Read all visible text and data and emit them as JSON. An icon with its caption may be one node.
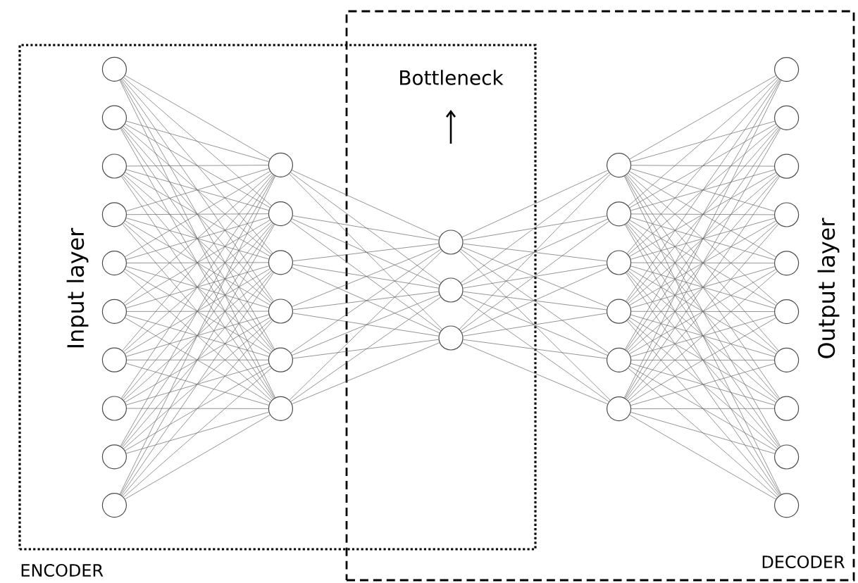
{
  "diagram": {
    "nodes": [
      {
        "text": [
          "ENCODER"
        ]
      },
      {
        "text": [
          "DECODER"
        ]
      },
      {
        "text": [],
        "shape": "circle",
        "in": 0
      },
      {
        "text": [],
        "shape": "circle",
        "in": 0
      },
      {
        "text": [],
        "shape": "circle",
        "in": 0
      },
      {
        "text": [],
        "shape": "circle",
        "in": 0
      },
      {
        "text": [],
        "shape": "circle",
        "in": 0
      },
      {
        "text": [],
        "shape": "circle",
        "in": 0
      },
      {
        "text": [],
        "shape": "circle",
        "in": 0
      },
      {
        "text": [],
        "shape": "circle",
        "in": 0
      },
      {
        "text": [],
        "shape": "circle",
        "in": 0
      },
      {
        "text": [],
        "shape": "circle",
        "in": 0
      },
      {
        "text": [],
        "shape": "circle",
        "in": 0
      },
      {
        "text": [],
        "shape": "circle",
        "in": 0
      },
      {
        "text": [],
        "shape": "circle",
        "in": 0
      },
      {
        "text": [],
        "shape": "circle",
        "in": 0
      },
      {
        "text": [],
        "shape": "circle",
        "in": 0
      },
      {
        "text": [],
        "shape": "circle",
        "in": 0
      },
      {
        "text": [],
        "shape": "circle"
      },
      {
        "text": [],
        "shape": "circle"
      },
      {
        "text": [],
        "shape": "circle"
      },
      {
        "text": [],
        "shape": "circle",
        "in": 1
      },
      {
        "text": [],
        "shape": "circle",
        "in": 1
      },
      {
        "text": [],
        "shape": "circle",
        "in": 1
      },
      {
        "text": [],
        "shape": "circle",
        "in": 1
      },
      {
        "text": [],
        "shape": "circle",
        "in": 1
      },
      {
        "text": [],
        "shape": "circle",
        "in": 1
      },
      {
        "text": [],
        "shape": "circle",
        "in": 1
      },
      {
        "text": [],
        "shape": "circle",
        "in": 1
      },
      {
        "text": [],
        "shape": "circle",
        "in": 1
      },
      {
        "text": [],
        "shape": "circle",
        "in": 1
      },
      {
        "text": [],
        "shape": "circle",
        "in": 1
      },
      {
        "text": [],
        "shape": "circle",
        "in": 1
      },
      {
        "text": [],
        "shape": "circle",
        "in": 1
      },
      {
        "text": [],
        "shape": "circle",
        "in": 1
      },
      {
        "text": [],
        "shape": "circle",
        "in": 1
      },
      {
        "text": [],
        "shape": "circle",
        "in": 1
      }
    ],
    "edges": [
      {
        "from": 2,
        "to": 12,
        "arrow": "none"
      },
      {
        "from": 2,
        "to": 13,
        "arrow": "none"
      },
      {
        "from": 2,
        "to": 14,
        "arrow": "none"
      },
      {
        "from": 2,
        "to": 15,
        "arrow": "none"
      },
      {
        "from": 2,
        "to": 16,
        "arrow": "none"
      },
      {
        "from": 2,
        "to": 17,
        "arrow": "none"
      },
      {
        "from": 3,
        "to": 12,
        "arrow": "none"
      },
      {
        "from": 3,
        "to": 13,
        "arrow": "none"
      },
      {
        "from": 3,
        "to": 14,
        "arrow": "none"
      },
      {
        "from": 3,
        "to": 15,
        "arrow": "none"
      },
      {
        "from": 3,
        "to": 16,
        "arrow": "none"
      },
      {
        "from": 3,
        "to": 17,
        "arrow": "none"
      },
      {
        "from": 4,
        "to": 12,
        "arrow": "none"
      },
      {
        "from": 4,
        "to": 13,
        "arrow": "none"
      },
      {
        "from": 4,
        "to": 14,
        "arrow": "none"
      },
      {
        "from": 4,
        "to": 15,
        "arrow": "none"
      },
      {
        "from": 4,
        "to": 16,
        "arrow": "none"
      },
      {
        "from": 4,
        "to": 17,
        "arrow": "none"
      },
      {
        "from": 5,
        "to": 12,
        "arrow": "none"
      },
      {
        "from": 5,
        "to": 13,
        "arrow": "none"
      },
      {
        "from": 5,
        "to": 14,
        "arrow": "none"
      },
      {
        "from": 5,
        "to": 15,
        "arrow": "none"
      },
      {
        "from": 5,
        "to": 16,
        "arrow": "none"
      },
      {
        "from": 5,
        "to": 17,
        "arrow": "none"
      },
      {
        "from": 6,
        "to": 12,
        "arrow": "none"
      },
      {
        "from": 6,
        "to": 13,
        "arrow": "none"
      },
      {
        "from": 6,
        "to": 14,
        "arrow": "none"
      },
      {
        "from": 6,
        "to": 15,
        "arrow": "none"
      },
      {
        "from": 6,
        "to": 16,
        "arrow": "none"
      },
      {
        "from": 6,
        "to": 17,
        "arrow": "none"
      },
      {
        "from": 7,
        "to": 12,
        "arrow": "none"
      },
      {
        "from": 7,
        "to": 13,
        "arrow": "none"
      },
      {
        "from": 7,
        "to": 14,
        "arrow": "none"
      },
      {
        "from": 7,
        "to": 15,
        "arrow": "none"
      },
      {
        "from": 7,
        "to": 16,
        "arrow": "none"
      },
      {
        "from": 7,
        "to": 17,
        "arrow": "none"
      },
      {
        "from": 8,
        "to": 12,
        "arrow": "none"
      },
      {
        "from": 8,
        "to": 13,
        "arrow": "none"
      },
      {
        "from": 8,
        "to": 14,
        "arrow": "none"
      },
      {
        "from": 8,
        "to": 15,
        "arrow": "none"
      },
      {
        "from": 8,
        "to": 16,
        "arrow": "none"
      },
      {
        "from": 8,
        "to": 17,
        "arrow": "none"
      },
      {
        "from": 9,
        "to": 12,
        "arrow": "none"
      },
      {
        "from": 9,
        "to": 13,
        "arrow": "none"
      },
      {
        "from": 9,
        "to": 14,
        "arrow": "none"
      },
      {
        "from": 9,
        "to": 15,
        "arrow": "none"
      },
      {
        "from": 9,
        "to": 16,
        "arrow": "none"
      },
      {
        "from": 9,
        "to": 17,
        "arrow": "none"
      },
      {
        "from": 10,
        "to": 12,
        "arrow": "none"
      },
      {
        "from": 10,
        "to": 13,
        "arrow": "none"
      },
      {
        "from": 10,
        "to": 14,
        "arrow": "none"
      },
      {
        "from": 10,
        "to": 15,
        "arrow": "none"
      },
      {
        "from": 10,
        "to": 16,
        "arrow": "none"
      },
      {
        "from": 10,
        "to": 17,
        "arrow": "none"
      },
      {
        "from": 11,
        "to": 12,
        "arrow": "none"
      },
      {
        "from": 11,
        "to": 13,
        "arrow": "none"
      },
      {
        "from": 11,
        "to": 14,
        "arrow": "none"
      },
      {
        "from": 11,
        "to": 15,
        "arrow": "none"
      },
      {
        "from": 11,
        "to": 16,
        "arrow": "none"
      },
      {
        "from": 11,
        "to": 17,
        "arrow": "none"
      },
      {
        "from": 12,
        "to": 18,
        "arrow": "none"
      },
      {
        "from": 12,
        "to": 19,
        "arrow": "none"
      },
      {
        "from": 12,
        "to": 20,
        "arrow": "none"
      },
      {
        "from": 13,
        "to": 18,
        "arrow": "none"
      },
      {
        "from": 13,
        "to": 19,
        "arrow": "none"
      },
      {
        "from": 13,
        "to": 20,
        "arrow": "none"
      },
      {
        "from": 14,
        "to": 18,
        "arrow": "none"
      },
      {
        "from": 14,
        "to": 19,
        "arrow": "none"
      },
      {
        "from": 14,
        "to": 20,
        "arrow": "none"
      },
      {
        "from": 15,
        "to": 18,
        "arrow": "none"
      },
      {
        "from": 15,
        "to": 19,
        "arrow": "none"
      },
      {
        "from": 15,
        "to": 20,
        "arrow": "none"
      },
      {
        "from": 16,
        "to": 18,
        "arrow": "none"
      },
      {
        "from": 16,
        "to": 19,
        "arrow": "none"
      },
      {
        "from": 16,
        "to": 20,
        "arrow": "none"
      },
      {
        "from": 17,
        "to": 18,
        "arrow": "none"
      },
      {
        "from": 17,
        "to": 19,
        "arrow": "none"
      },
      {
        "from": 17,
        "to": 20,
        "arrow": "none"
      },
      {
        "from": 18,
        "to": 21,
        "arrow": "none"
      },
      {
        "from": 18,
        "to": 22,
        "arrow": "none"
      },
      {
        "from": 18,
        "to": 23,
        "arrow": "none"
      },
      {
        "from": 18,
        "to": 24,
        "arrow": "none"
      },
      {
        "from": 18,
        "to": 25,
        "arrow": "none"
      },
      {
        "from": 18,
        "to": 26,
        "arrow": "none"
      },
      {
        "from": 19,
        "to": 21,
        "arrow": "none"
      },
      {
        "from": 19,
        "to": 22,
        "arrow": "none"
      },
      {
        "from": 19,
        "to": 23,
        "arrow": "none"
      },
      {
        "from": 19,
        "to": 24,
        "arrow": "none"
      },
      {
        "from": 19,
        "to": 25,
        "arrow": "none"
      },
      {
        "from": 19,
        "to": 26,
        "arrow": "none"
      },
      {
        "from": 20,
        "to": 21,
        "arrow": "none"
      },
      {
        "from": 20,
        "to": 22,
        "arrow": "none"
      },
      {
        "from": 20,
        "to": 23,
        "arrow": "none"
      },
      {
        "from": 20,
        "to": 24,
        "arrow": "none"
      },
      {
        "from": 20,
        "to": 25,
        "arrow": "none"
      },
      {
        "from": 20,
        "to": 26,
        "arrow": "none"
      },
      {
        "from": 21,
        "to": 27,
        "arrow": "none"
      },
      {
        "from": 21,
        "to": 28,
        "arrow": "none"
      },
      {
        "from": 21,
        "to": 29,
        "arrow": "none"
      },
      {
        "from": 21,
        "to": 30,
        "arrow": "none"
      },
      {
        "from": 21,
        "to": 31,
        "arrow": "none"
      },
      {
        "from": 21,
        "to": 32,
        "arrow": "none"
      },
      {
        "from": 21,
        "to": 33,
        "arrow": "none"
      },
      {
        "from": 21,
        "to": 34,
        "arrow": "none"
      },
      {
        "from": 21,
        "to": 35,
        "arrow": "none"
      },
      {
        "from": 21,
        "to": 36,
        "arrow": "none"
      },
      {
        "from": 22,
        "to": 27,
        "arrow": "none"
      },
      {
        "from": 22,
        "to": 28,
        "arrow": "none"
      },
      {
        "from": 22,
        "to": 29,
        "arrow": "none"
      },
      {
        "from": 22,
        "to": 30,
        "arrow": "none"
      },
      {
        "from": 22,
        "to": 31,
        "arrow": "none"
      },
      {
        "from": 22,
        "to": 32,
        "arrow": "none"
      },
      {
        "from": 22,
        "to": 33,
        "arrow": "none"
      },
      {
        "from": 22,
        "to": 34,
        "arrow": "none"
      },
      {
        "from": 22,
        "to": 35,
        "arrow": "none"
      },
      {
        "from": 22,
        "to": 36,
        "arrow": "none"
      },
      {
        "from": 23,
        "to": 27,
        "arrow": "none"
      },
      {
        "from": 23,
        "to": 28,
        "arrow": "none"
      },
      {
        "from": 23,
        "to": 29,
        "arrow": "none"
      },
      {
        "from": 23,
        "to": 30,
        "arrow": "none"
      },
      {
        "from": 23,
        "to": 31,
        "arrow": "none"
      },
      {
        "from": 23,
        "to": 32,
        "arrow": "none"
      },
      {
        "from": 23,
        "to": 33,
        "arrow": "none"
      },
      {
        "from": 23,
        "to": 34,
        "arrow": "none"
      },
      {
        "from": 23,
        "to": 35,
        "arrow": "none"
      },
      {
        "from": 23,
        "to": 36,
        "arrow": "none"
      },
      {
        "from": 24,
        "to": 27,
        "arrow": "none"
      },
      {
        "from": 24,
        "to": 28,
        "arrow": "none"
      },
      {
        "from": 24,
        "to": 29,
        "arrow": "none"
      },
      {
        "from": 24,
        "to": 30,
        "arrow": "none"
      },
      {
        "from": 24,
        "to": 31,
        "arrow": "none"
      },
      {
        "from": 24,
        "to": 32,
        "arrow": "none"
      },
      {
        "from": 24,
        "to": 33,
        "arrow": "none"
      },
      {
        "from": 24,
        "to": 34,
        "arrow": "none"
      },
      {
        "from": 24,
        "to": 35,
        "arrow": "none"
      },
      {
        "from": 24,
        "to": 36,
        "arrow": "none"
      },
      {
        "from": 25,
        "to": 27,
        "arrow": "none"
      },
      {
        "from": 25,
        "to": 28,
        "arrow": "none"
      },
      {
        "from": 25,
        "to": 29,
        "arrow": "none"
      },
      {
        "from": 25,
        "to": 30,
        "arrow": "none"
      },
      {
        "from": 25,
        "to": 31,
        "arrow": "none"
      },
      {
        "from": 25,
        "to": 32,
        "arrow": "none"
      },
      {
        "from": 25,
        "to": 33,
        "arrow": "none"
      },
      {
        "from": 25,
        "to": 34,
        "arrow": "none"
      },
      {
        "from": 25,
        "to": 35,
        "arrow": "none"
      },
      {
        "from": 25,
        "to": 36,
        "arrow": "none"
      },
      {
        "from": 26,
        "to": 27,
        "arrow": "none"
      },
      {
        "from": 26,
        "to": 28,
        "arrow": "none"
      },
      {
        "from": 26,
        "to": 29,
        "arrow": "none"
      },
      {
        "from": 26,
        "to": 30,
        "arrow": "none"
      },
      {
        "from": 26,
        "to": 31,
        "arrow": "none"
      },
      {
        "from": 26,
        "to": 32,
        "arrow": "none"
      },
      {
        "from": 26,
        "to": 33,
        "arrow": "none"
      },
      {
        "from": 26,
        "to": 34,
        "arrow": "none"
      },
      {
        "from": 26,
        "to": 35,
        "arrow": "none"
      },
      {
        "from": 26,
        "to": 36,
        "arrow": "none"
      }
    ],
    "labels": [
      "Input layer",
      "Bottleneck",
      "Output layer"
    ]
  }
}
